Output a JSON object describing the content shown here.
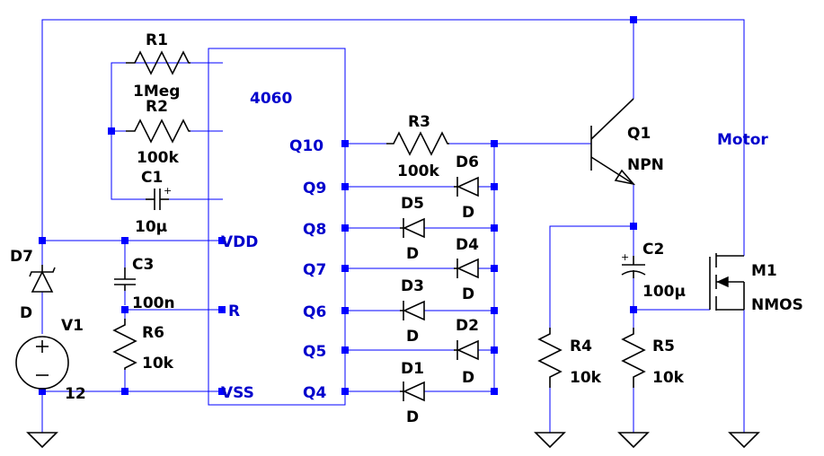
{
  "components": {
    "r1": {
      "name": "R1",
      "value": "1Meg"
    },
    "r2": {
      "name": "R2",
      "value": "100k"
    },
    "r3": {
      "name": "R3",
      "value": "100k"
    },
    "r4": {
      "name": "R4",
      "value": "10k"
    },
    "r5": {
      "name": "R5",
      "value": "10k"
    },
    "r6": {
      "name": "R6",
      "value": "10k"
    },
    "c1": {
      "name": "C1",
      "value": "10µ"
    },
    "c2": {
      "name": "C2",
      "value": "100µ"
    },
    "c3": {
      "name": "C3",
      "value": "100n"
    },
    "d1": {
      "name": "D1",
      "value": "D"
    },
    "d2": {
      "name": "D2",
      "value": "D"
    },
    "d3": {
      "name": "D3",
      "value": "D"
    },
    "d4": {
      "name": "D4",
      "value": "D"
    },
    "d5": {
      "name": "D5",
      "value": "D"
    },
    "d6": {
      "name": "D6",
      "value": "D"
    },
    "d7": {
      "name": "D7",
      "value": "D"
    },
    "v1": {
      "name": "V1",
      "value": "12"
    },
    "q1": {
      "name": "Q1",
      "value": "NPN"
    },
    "m1": {
      "name": "M1",
      "value": "NMOS"
    }
  },
  "ic": {
    "name": "4060",
    "pins": {
      "vdd": "VDD",
      "r": "R",
      "vss": "VSS",
      "q10": "Q10",
      "q9": "Q9",
      "q8": "Q8",
      "q7": "Q7",
      "q6": "Q6",
      "q5": "Q5",
      "q4": "Q4"
    }
  },
  "net_labels": {
    "motor": "Motor"
  },
  "colors": {
    "wire": "#0000ff",
    "symbol": "#000000",
    "net_label": "#0000cc",
    "background": "#ffffff"
  }
}
